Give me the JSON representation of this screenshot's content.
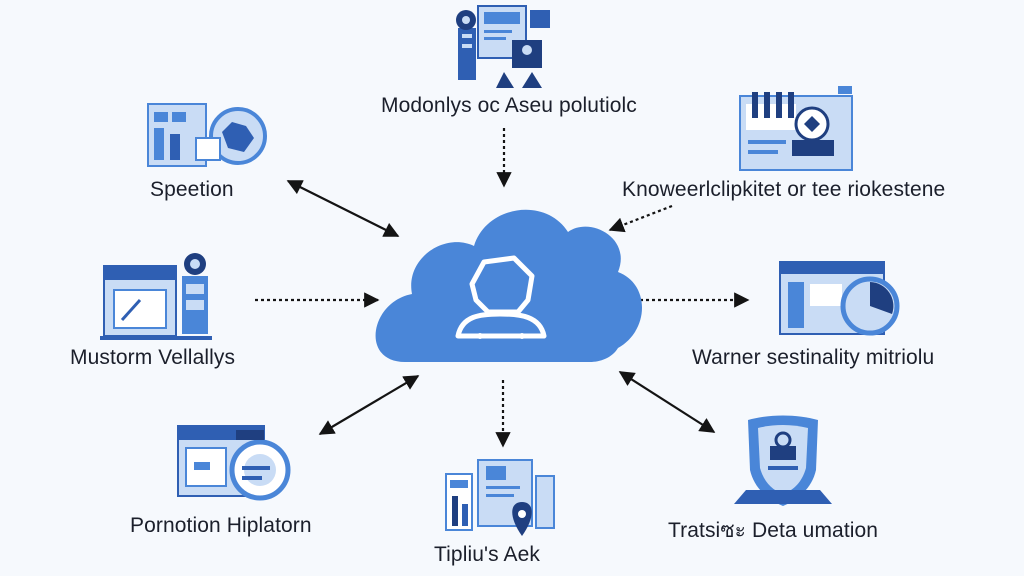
{
  "diagram": {
    "hub": {
      "icon": "cloud-user-icon"
    },
    "nodes": [
      {
        "id": "top",
        "label": "Modonlys oc Aseu polutiolc",
        "icon": "dashboard-device-icon"
      },
      {
        "id": "upper-left",
        "label": "Speetion",
        "icon": "monitor-analytics-icon"
      },
      {
        "id": "upper-right",
        "label": "Knoweerlclipkitet or tee riokestene",
        "icon": "chart-screen-icon"
      },
      {
        "id": "mid-left",
        "label": "Mustorm Vellallys",
        "icon": "storefront-icon"
      },
      {
        "id": "mid-right",
        "label": "Warner sestinality mitriolu",
        "icon": "report-pie-chart-icon"
      },
      {
        "id": "lower-left",
        "label": "Pornotion Hiplatorn",
        "icon": "server-disk-icon"
      },
      {
        "id": "bottom",
        "label": "Tipliu's Aek",
        "icon": "document-location-icon"
      },
      {
        "id": "lower-right",
        "label": "Tratsiซะ Deta umation",
        "icon": "shield-security-icon"
      }
    ],
    "colors": {
      "primary": "#4a86d8",
      "dark": "#2f5fb3",
      "light": "#c9dcf5",
      "navy": "#1f3f80",
      "arrow": "#141414"
    }
  }
}
